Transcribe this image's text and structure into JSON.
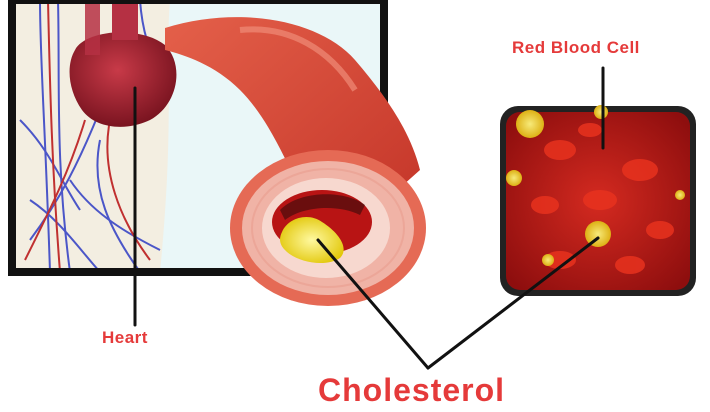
{
  "labels": {
    "red_blood_cell": "Red Blood Cell",
    "heart": "Heart",
    "cholesterol": "Cholesterol"
  },
  "colors": {
    "label_red": "#e53a3a",
    "frame": "#111111",
    "artery_outer": "#d94a3a",
    "artery_wall": "#f0b3a6",
    "blood": "#b81414",
    "plaque": "#f2e21a",
    "heart": "#9e1e2a",
    "veins": "#4b56c8",
    "panel_bg": "#eaf7f8"
  }
}
